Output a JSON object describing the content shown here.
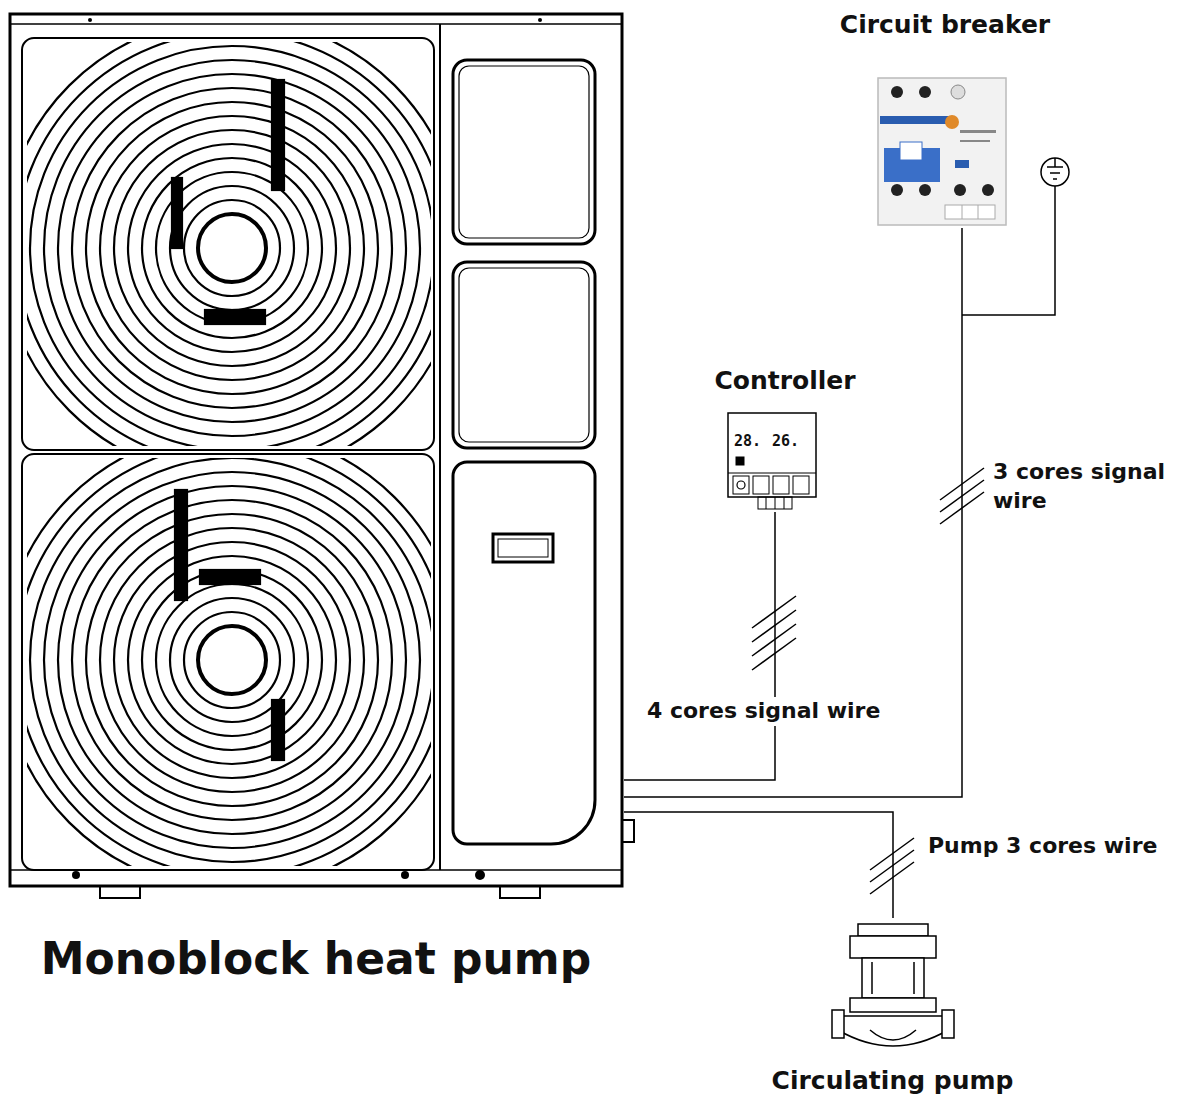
{
  "diagram": {
    "nodes": [
      {
        "text": [
          "Monoblock heat pump"
        ]
      },
      {
        "text": [
          "Circuit breaker"
        ]
      },
      {
        "text": [
          "Controller"
        ]
      },
      {
        "text": [
          "Circulating pump"
        ]
      }
    ],
    "edges": [
      {
        "from": 0,
        "to": 1,
        "arrow": "none",
        "label": "3 cores signal wire"
      },
      {
        "from": 0,
        "to": 2,
        "arrow": "none",
        "label": "4 cores signal wire"
      },
      {
        "from": 0,
        "to": 3,
        "arrow": "none",
        "label": "Pump 3 cores wire"
      }
    ],
    "labels": [
      "28.",
      "26."
    ]
  }
}
